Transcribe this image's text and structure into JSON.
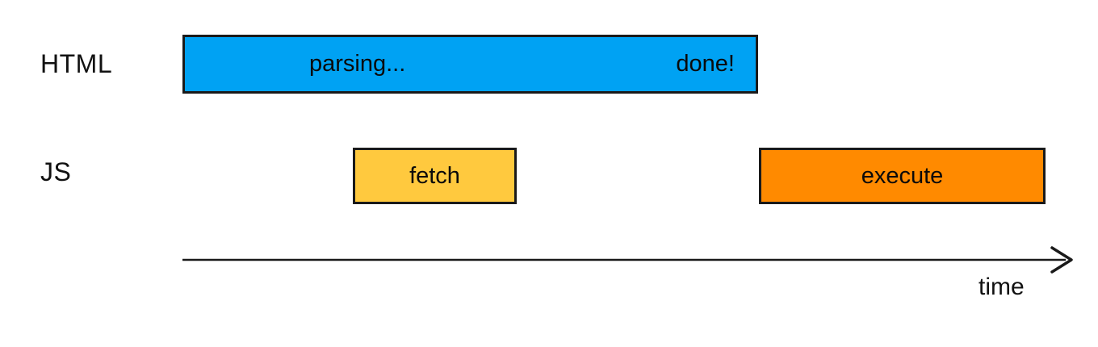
{
  "diagram": {
    "background_color": "#ffffff",
    "text_color": "#111111",
    "border_color": "#1a1a1a",
    "rows": [
      {
        "label": "HTML",
        "bar": {
          "start_label": "parsing...",
          "end_label": "done!",
          "color": "#00a2f3"
        }
      },
      {
        "label": "JS",
        "fetch_bar": {
          "label": "fetch",
          "color": "#ffc93e"
        },
        "execute_bar": {
          "label": "execute",
          "color": "#ff8a00"
        }
      }
    ],
    "axis": {
      "label": "time",
      "line_color": "#1a1a1a"
    }
  }
}
